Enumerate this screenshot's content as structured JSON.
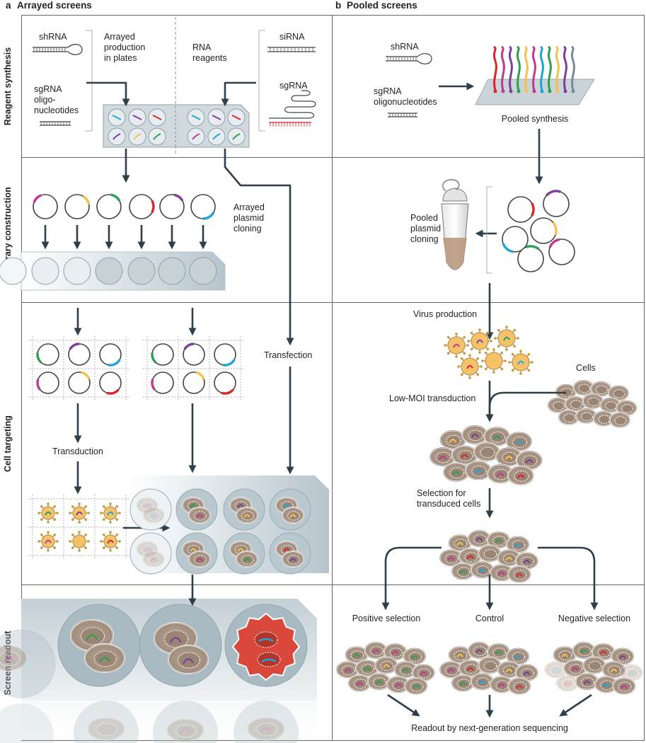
{
  "panels": {
    "a": {
      "letter": "a",
      "title": "Arrayed screens"
    },
    "b": {
      "letter": "b",
      "title": "Pooled screens"
    }
  },
  "rows": {
    "reagent_synthesis": "Reagent synthesis",
    "library_construction": "Library construction",
    "cell_targeting": "Cell targeting",
    "screen_readout": "Screen readout"
  },
  "arrayed": {
    "shrna": "shRNA",
    "sgrna_line1": "sgRNA",
    "sgrna_line2": "oligo-",
    "sgrna_line3": "nucleotides",
    "production_line1": "Arrayed",
    "production_line2": "production",
    "production_line3": "in plates",
    "rna_line1": "RNA",
    "rna_line2": "reagents",
    "sirna": "siRNA",
    "sgrna_right": "sgRNA",
    "cloning_line1": "Arrayed",
    "cloning_line2": "plasmid",
    "cloning_line3": "cloning",
    "transfection": "Transfection",
    "transduction": "Transduction"
  },
  "pooled": {
    "shrna": "shRNA",
    "sgrna_line1": "sgRNA",
    "sgrna_line2": "oligonucleotides",
    "pooled_synthesis": "Pooled synthesis",
    "cloning_line1": "Pooled",
    "cloning_line2": "plasmid",
    "cloning_line3": "cloning",
    "virus_production": "Virus production",
    "cells": "Cells",
    "low_moi": "Low-MOI transduction",
    "selection_line1": "Selection for",
    "selection_line2": "transduced cells",
    "positive": "Positive selection",
    "control": "Control",
    "negative": "Negative selection",
    "readout": "Readout by next-generation sequencing"
  },
  "colors": {
    "arrow": "#2e3f4a",
    "border": "#555555",
    "magenta": "#c0398e",
    "yellow": "#f2c14e",
    "green": "#2e9e4f",
    "red": "#d9252b",
    "purple": "#7b3f98",
    "cyan": "#1fa3d8",
    "cell": "#a89585",
    "virus": "#f4c26b",
    "plate": "#c4d0d6",
    "dead_cell": "#d9483a"
  }
}
